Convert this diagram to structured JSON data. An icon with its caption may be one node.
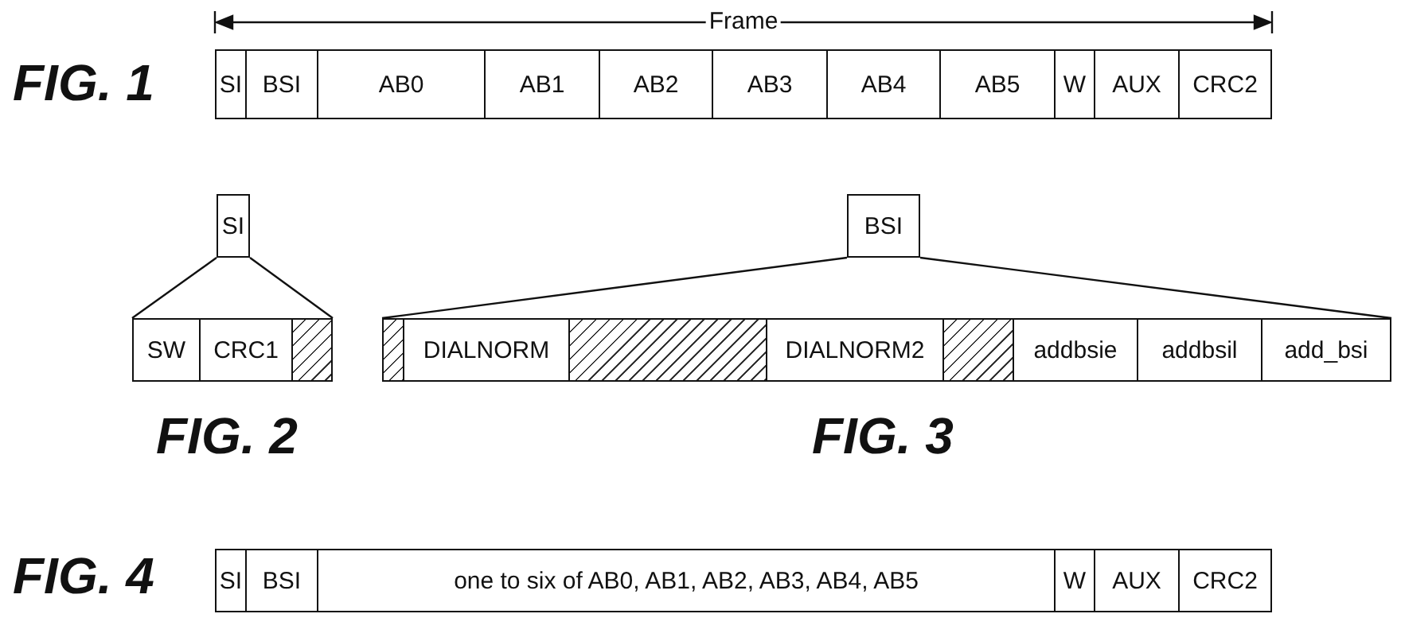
{
  "diagram": {
    "nodes": [
      {
        "text": [
          "SI"
        ]
      },
      {
        "text": [
          "BSI"
        ]
      },
      {
        "text": [
          "AB0"
        ]
      },
      {
        "text": [
          "AB1"
        ]
      },
      {
        "text": [
          "AB2"
        ]
      },
      {
        "text": [
          "AB3"
        ]
      },
      {
        "text": [
          "AB4"
        ]
      },
      {
        "text": [
          "AB5"
        ]
      },
      {
        "text": [
          "W"
        ]
      },
      {
        "text": [
          "AUX"
        ]
      },
      {
        "text": [
          "CRC2"
        ]
      },
      {
        "text": [
          "SI"
        ]
      },
      {
        "text": [
          "SW"
        ]
      },
      {
        "text": [
          "CRC1"
        ]
      },
      {
        "text": [],
        "shape": "box"
      },
      {
        "text": [
          "BSI"
        ]
      },
      {
        "text": [],
        "shape": "box"
      },
      {
        "text": [
          "DIALNORM"
        ]
      },
      {
        "text": [],
        "shape": "box"
      },
      {
        "text": [
          "DIALNORM2"
        ]
      },
      {
        "text": [],
        "shape": "box"
      },
      {
        "text": [
          "addbsie"
        ]
      },
      {
        "text": [
          "addbsil"
        ]
      },
      {
        "text": [
          "add_bsi"
        ]
      },
      {
        "text": [
          "SI"
        ]
      },
      {
        "text": [
          "BSI"
        ]
      },
      {
        "text": [
          "one to six of AB0, AB1, AB2, AB3, AB4, AB5"
        ]
      },
      {
        "text": [
          "W"
        ]
      },
      {
        "text": [
          "AUX"
        ]
      },
      {
        "text": [
          "CRC2"
        ]
      }
    ],
    "edges": [
      {
        "from": 11,
        "to": 12,
        "arrow": "none"
      },
      {
        "from": 11,
        "to": 14,
        "arrow": "none"
      },
      {
        "from": 15,
        "to": 16,
        "arrow": "none"
      },
      {
        "from": 15,
        "to": 23,
        "arrow": "none"
      }
    ],
    "labels": [
      "Frame",
      "FIG. 1",
      "FIG. 2",
      "FIG. 3",
      "FIG. 4"
    ]
  }
}
